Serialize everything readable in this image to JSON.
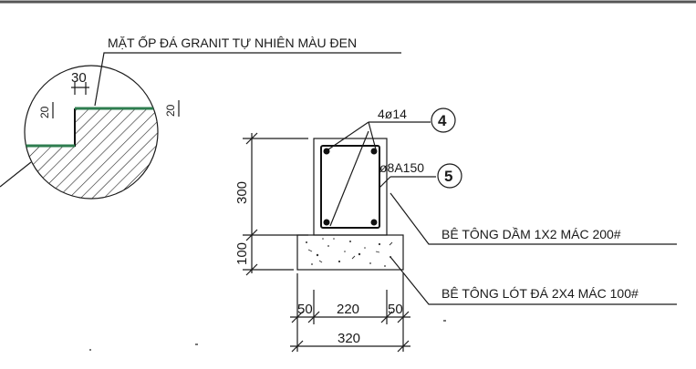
{
  "notes": {
    "granite": "MẶT ỐP ĐÁ GRANIT TỰ NHIÊN MÀU ĐEN",
    "beam_concrete": "BÊ TÔNG DẦM 1X2 MÁC 200#",
    "lean_concrete": "BÊ TÔNG LÓT ĐÁ 2X4 MÁC 100#"
  },
  "rebar": {
    "main_bars": "4ø14",
    "main_mark": "4",
    "stirrups": "ø8A150",
    "stirrup_mark": "5"
  },
  "detail_dims": {
    "d30": "30",
    "d20": "20",
    "d20b": "20"
  },
  "dims": {
    "h300": "300",
    "h100": "100",
    "w50a": "50",
    "w220": "220",
    "w50b": "50",
    "w320": "320"
  },
  "colors": {
    "line": "#1a1a1a",
    "granite_edge": "#2e7d4f"
  }
}
